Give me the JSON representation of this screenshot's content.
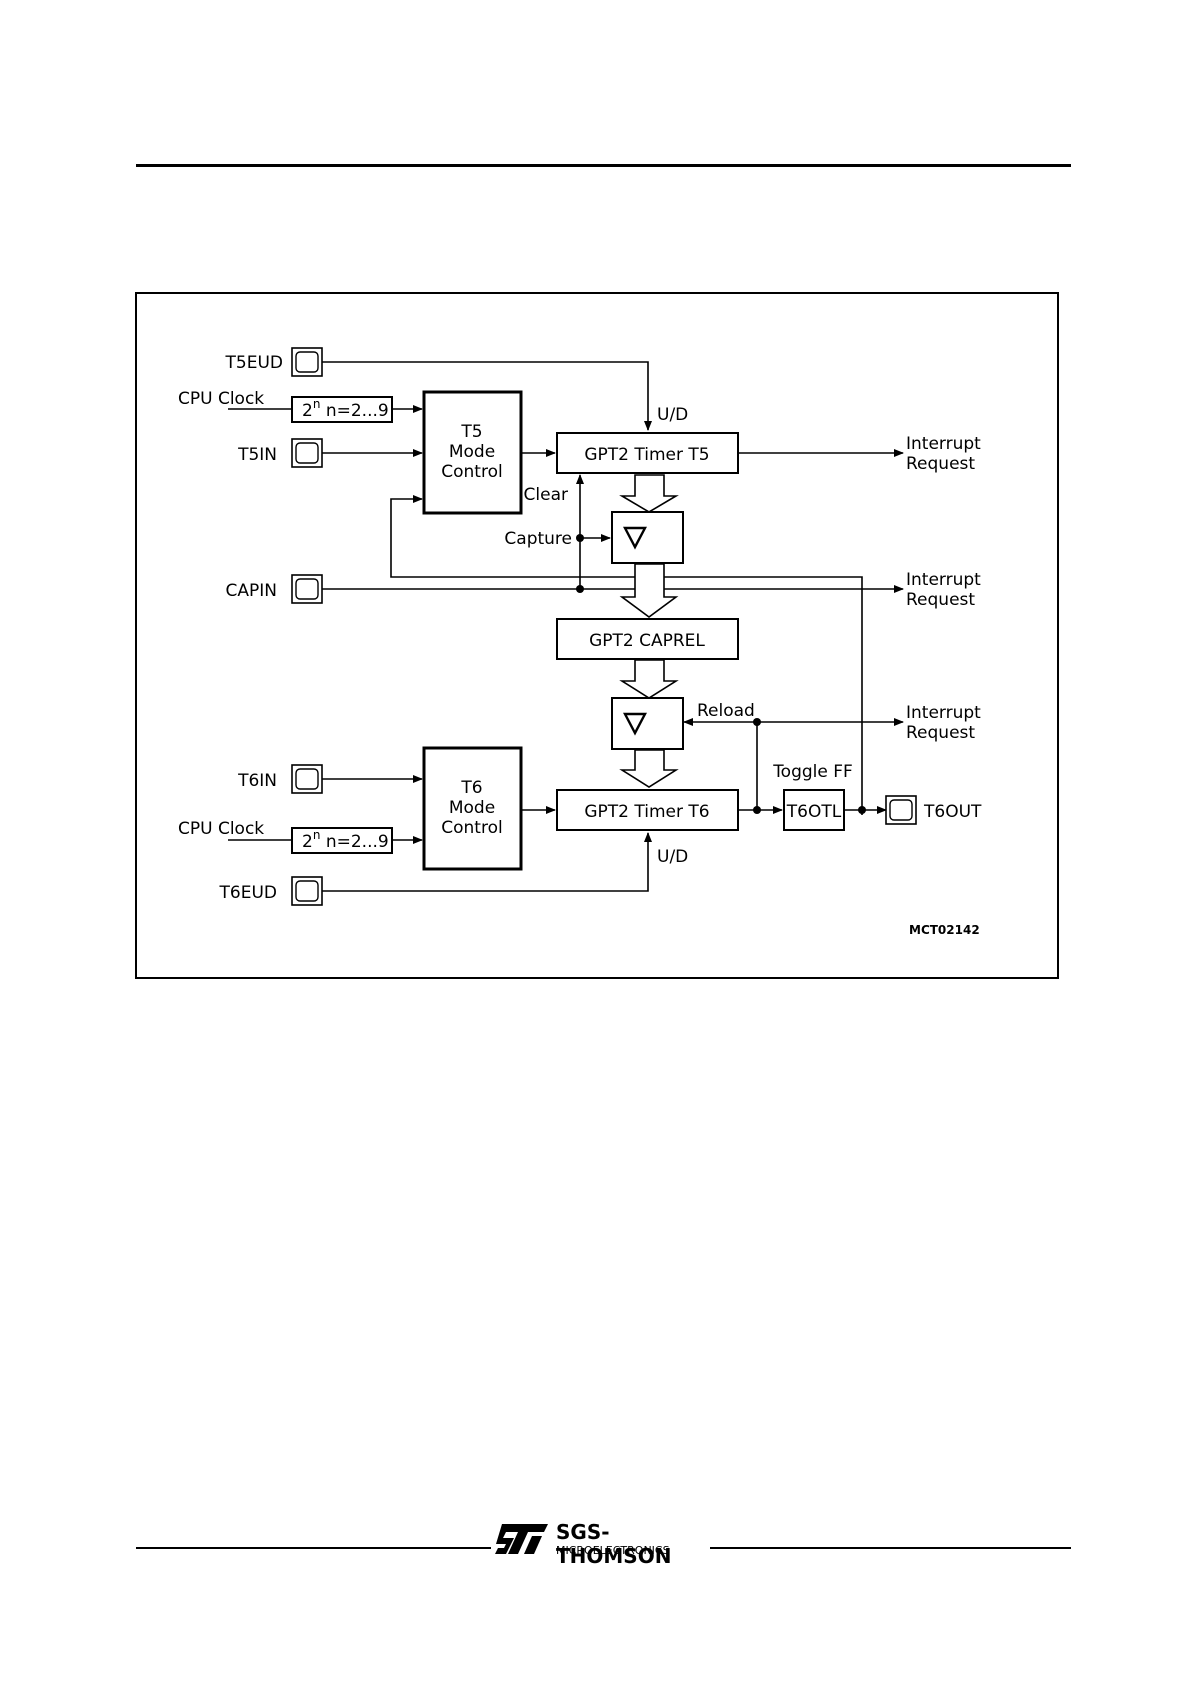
{
  "diagram": {
    "pins": {
      "t5eud": "T5EUD",
      "t5in": "T5IN",
      "capin": "CAPIN",
      "t6in": "T6IN",
      "t6eud": "T6EUD",
      "t6out": "T6OUT"
    },
    "cpu_clock_top": "CPU Clock",
    "cpu_clock_bottom": "CPU Clock",
    "prescaler_top": {
      "base": "2",
      "exp": "n",
      "rest": " n=2...9"
    },
    "prescaler_bottom": {
      "base": "2",
      "exp": "n",
      "rest": " n=2...9"
    },
    "t5_mode": [
      "T5",
      "Mode",
      "Control"
    ],
    "t6_mode": [
      "T6",
      "Mode",
      "Control"
    ],
    "timer_t5": "GPT2 Timer T5",
    "timer_t6": "GPT2 Timer T6",
    "caprel": "GPT2 CAPREL",
    "toggle_box": "T6OTL",
    "labels": {
      "ud_top": "U/D",
      "ud_bottom": "U/D",
      "clear": "Clear",
      "capture": "Capture",
      "reload": "Reload",
      "toggle_ff": "Toggle FF"
    },
    "interrupts": [
      [
        "Interrupt",
        "Request"
      ],
      [
        "Interrupt",
        "Request"
      ],
      [
        "Interrupt",
        "Request"
      ]
    ],
    "figure_id": "MCT02142"
  },
  "footer": {
    "brand": "SGS-THOMSON",
    "sub": "MICROELECTRONICS",
    "logo_icon": "st-logo-icon"
  }
}
